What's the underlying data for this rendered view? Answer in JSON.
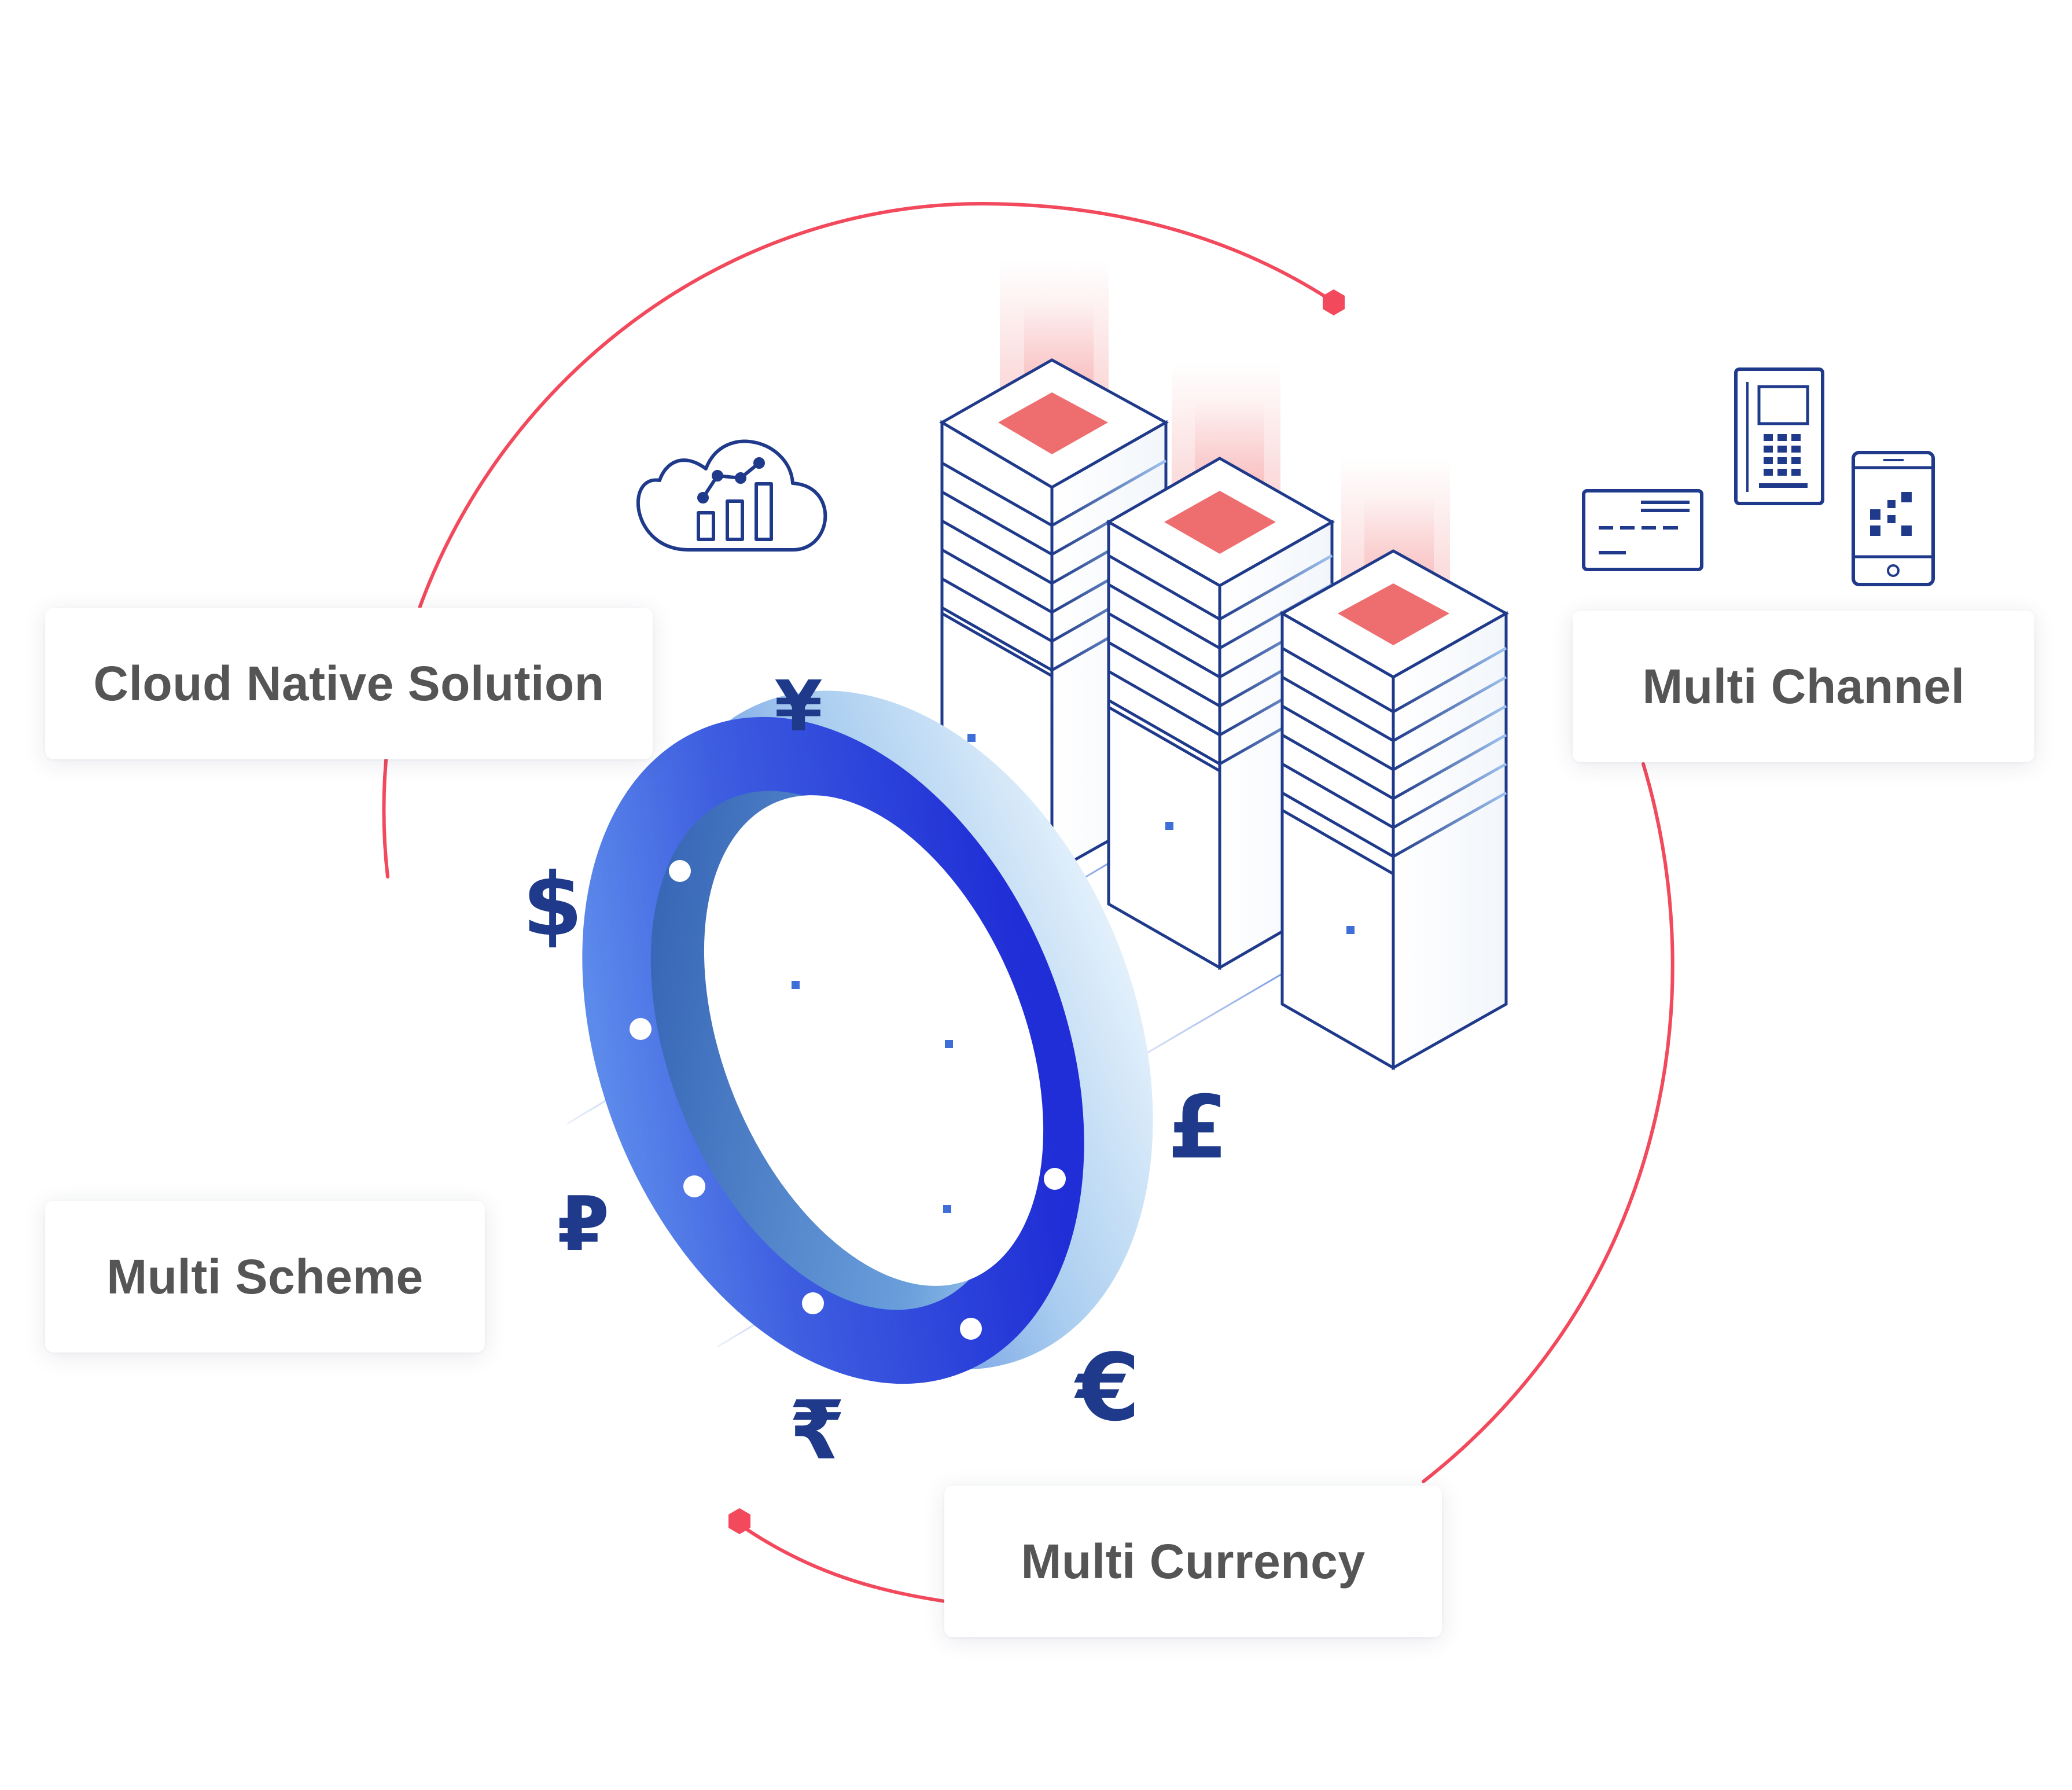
{
  "colors": {
    "accent_red": "#f2495c",
    "navy": "#1f3a8a",
    "ring_blue": "#2233cc",
    "ring_light": "#d8ecfb",
    "label_text": "#555555",
    "server_top": "#ee6e70"
  },
  "labels": {
    "cloud_native": "Cloud Native Solution",
    "multi_scheme": "Multi Scheme",
    "multi_channel": "Multi Channel",
    "multi_currency": "Multi Currency"
  },
  "currency_symbols": {
    "yen": "¥",
    "dollar": "$",
    "ruble": "₽",
    "rupee": "₹",
    "euro": "€",
    "pound": "£"
  },
  "icons": {
    "cloud": "cloud-analytics-icon",
    "card": "payment-card-icon",
    "pos": "pos-terminal-icon",
    "mobile": "mobile-qr-icon"
  }
}
